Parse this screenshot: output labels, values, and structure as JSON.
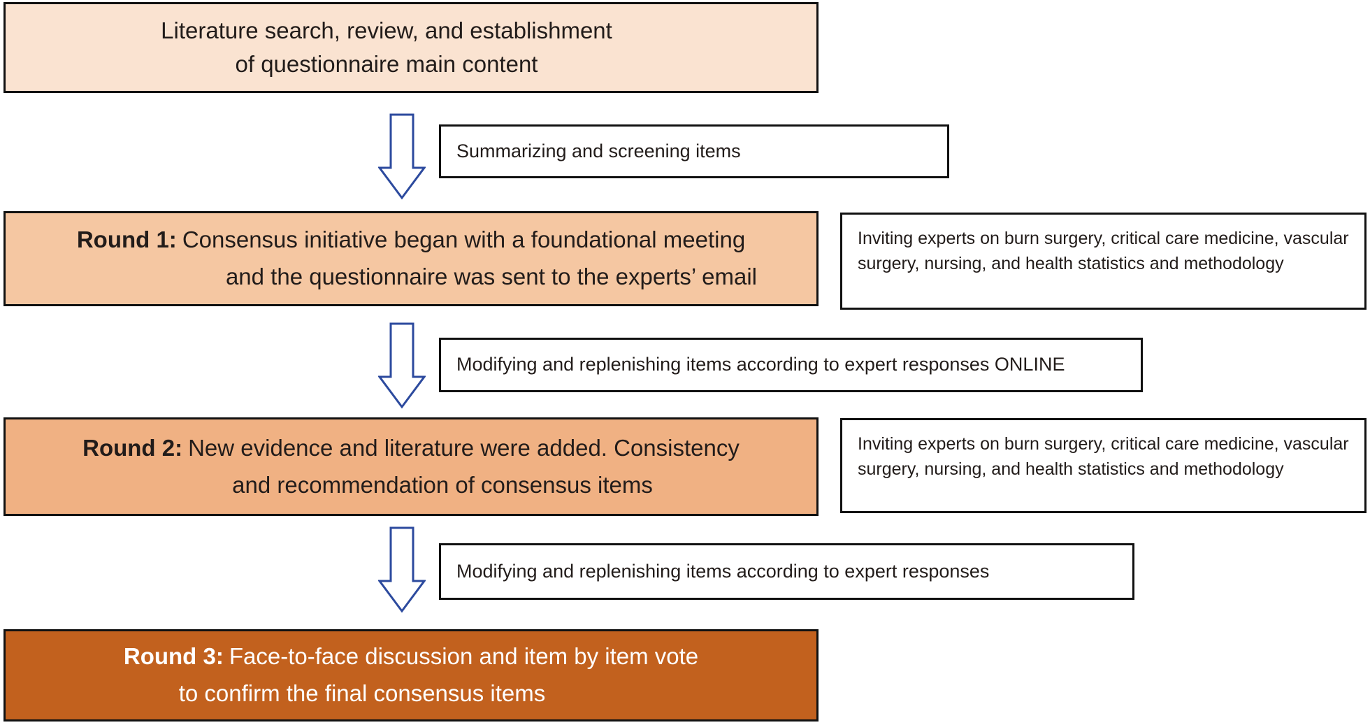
{
  "diagram": {
    "title_semantic": "Delphi consensus process flowchart",
    "top_box": {
      "lines": [
        "Literature search, review, and establishment",
        "of questionnaire main content"
      ]
    },
    "process_boxes": [
      "Summarizing and screening items",
      "Modifying and replenishing items according to expert responses ONLINE",
      "Modifying and replenishing items according to expert responses"
    ],
    "side_boxes": [
      "Inviting experts on burn surgery, critical care medicine, vascular surgery, nursing, and health statistics and methodology",
      "Inviting experts on burn surgery, critical care medicine, vascular surgery, nursing, and health statistics and methodology"
    ],
    "rounds": [
      {
        "label": "Round 1:",
        "text_line1": "Consensus initiative began with a foundational meeting",
        "text_line2": "and the questionnaire was sent to the experts’ email"
      },
      {
        "label": "Round 2:",
        "text_line1": "New evidence and literature were added. Consistency",
        "text_line2": "and recommendation of consensus items"
      },
      {
        "label": "Round 3:",
        "text_line1": "Face-to-face discussion and item by item vote",
        "text_line2": "to confirm the final consensus items"
      }
    ],
    "colors": {
      "top_box_fill": "#fae3d1",
      "round1_fill": "#f5c7a2",
      "round2_fill": "#f0b183",
      "round3_fill": "#c2611e",
      "round3_text": "#ffffff",
      "box_border": "#111111",
      "arrow_outline": "#2c4a9e",
      "background": "#ffffff"
    }
  }
}
